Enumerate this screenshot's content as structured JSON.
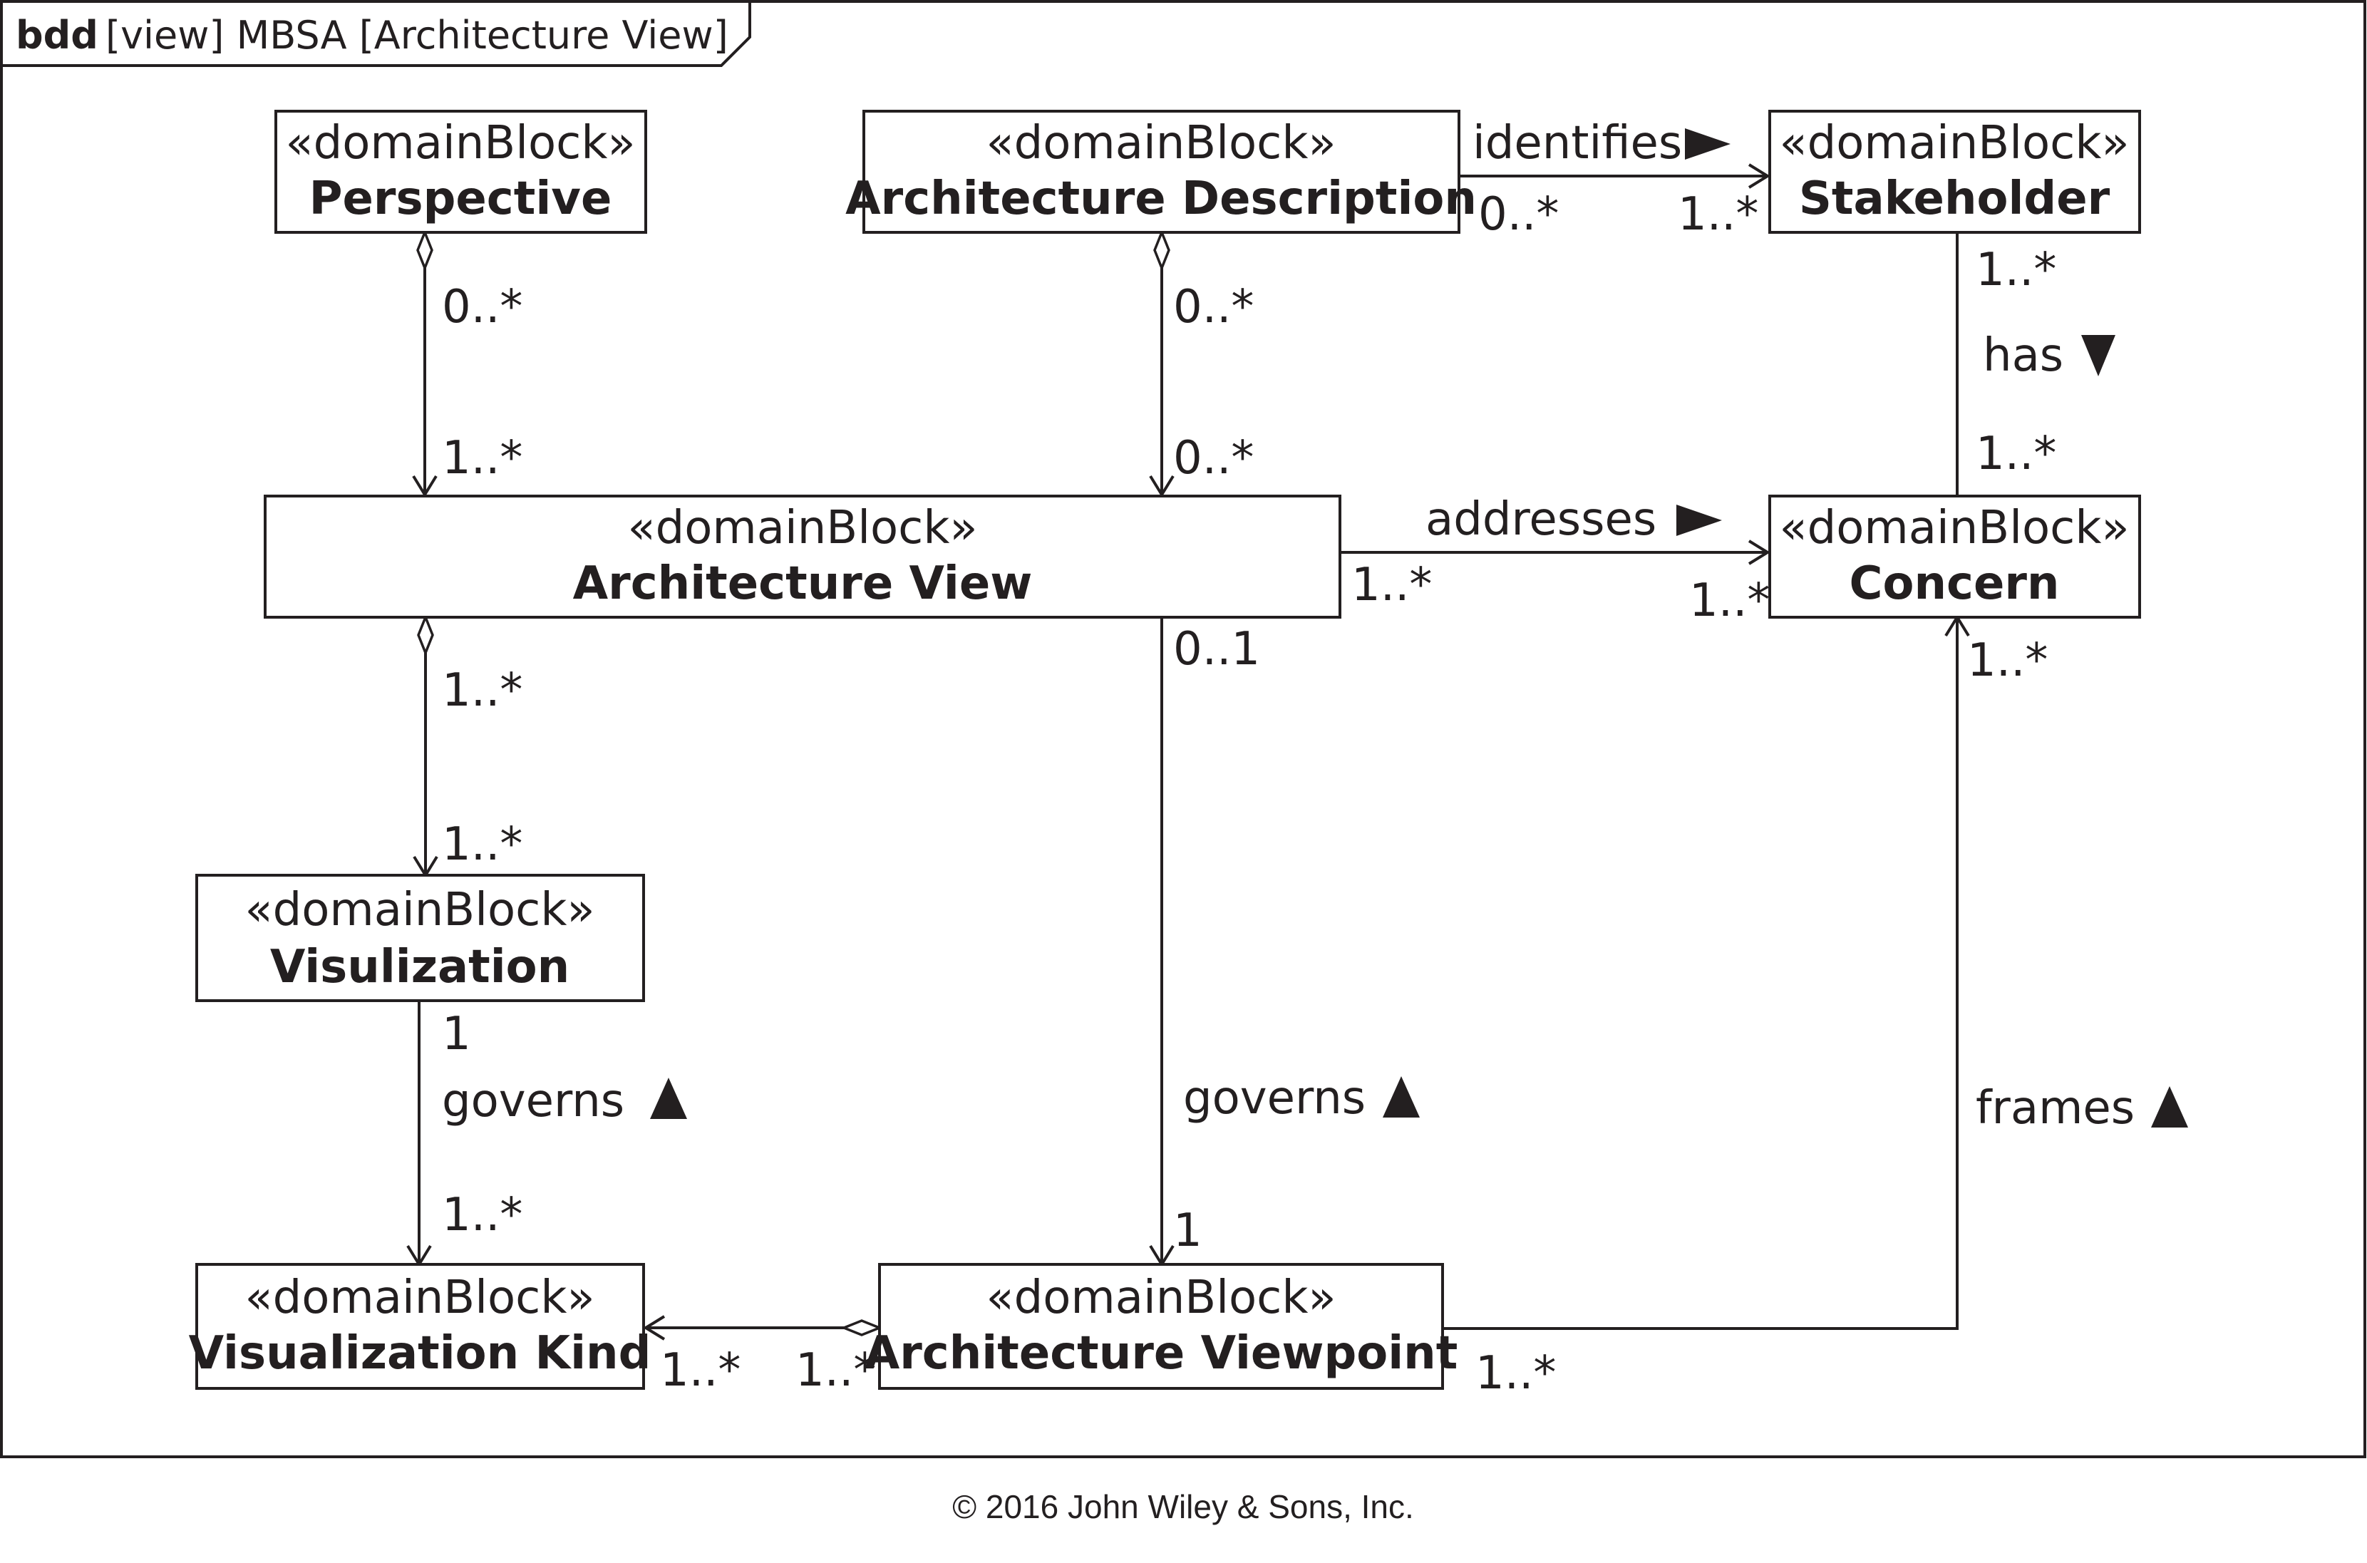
{
  "frame": {
    "kind": "bdd",
    "name": "[view] MBSA [Architecture View]"
  },
  "blocks": {
    "perspective": {
      "stereotype": "«domainBlock»",
      "name": "Perspective"
    },
    "architecture_description": {
      "stereotype": "«domainBlock»",
      "name": "Architecture Description"
    },
    "stakeholder": {
      "stereotype": "«domainBlock»",
      "name": "Stakeholder"
    },
    "architecture_view": {
      "stereotype": "«domainBlock»",
      "name": "Architecture View"
    },
    "concern": {
      "stereotype": "«domainBlock»",
      "name": "Concern"
    },
    "visulization": {
      "stereotype": "«domainBlock»",
      "name": "Visulization"
    },
    "visualization_kind": {
      "stereotype": "«domainBlock»",
      "name": "Visualization Kind"
    },
    "architecture_viewpoint": {
      "stereotype": "«domainBlock»",
      "name": "Architecture Viewpoint"
    }
  },
  "relationships": {
    "perspective_view": {
      "source_mult": "0..*",
      "target_mult": "1..*"
    },
    "description_view": {
      "source_mult": "0..*",
      "target_mult": "0..*"
    },
    "identifies": {
      "label": "identifies",
      "source_mult": "0..*",
      "target_mult": "1..*"
    },
    "has": {
      "label": "has",
      "source_mult": "1..*",
      "target_mult": "1..*"
    },
    "addresses": {
      "label": "addresses",
      "source_mult": "1..*",
      "target_mult": "1..*"
    },
    "view_visulization": {
      "source_mult": "1..*",
      "target_mult": "1..*"
    },
    "view_governs": {
      "label": "governs",
      "source_mult": "0..1",
      "target_mult": "1"
    },
    "visulization_governs": {
      "label": "governs",
      "source_mult": "1",
      "target_mult": "1..*"
    },
    "viewpoint_kind": {
      "source_mult": "1..*",
      "target_mult": "1..*"
    },
    "frames": {
      "label": "frames",
      "source_mult": "1..*",
      "target_mult": "1..*"
    }
  },
  "footer": {
    "copyright": "© 2016 John Wiley & Sons, Inc."
  }
}
